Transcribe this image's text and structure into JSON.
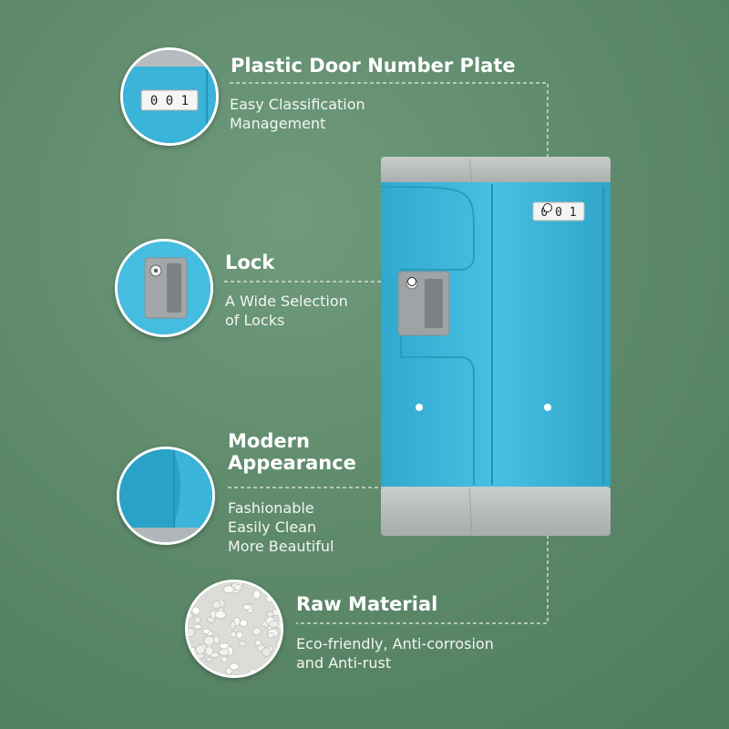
{
  "features": [
    {
      "title": "Plastic Door Number Plate",
      "lines": [
        "Easy Classification",
        "Management"
      ],
      "icon": "number-plate-closeup-icon"
    },
    {
      "title": "Lock",
      "lines": [
        "A Wide Selection",
        "of Locks"
      ],
      "icon": "lock-closeup-icon"
    },
    {
      "title_lines": [
        "Modern",
        "Appearance"
      ],
      "lines": [
        "Fashionable",
        "Easily Clean",
        "More Beautiful"
      ],
      "icon": "door-edge-closeup-icon"
    },
    {
      "title": "Raw Material",
      "lines": [
        "Eco-friendly, Anti-corrosion",
        "and Anti-rust"
      ],
      "icon": "plastic-pellets-icon"
    }
  ],
  "locker": {
    "number_plate": "0 0 1"
  },
  "colors": {
    "background": "#5f8a6c",
    "locker_blue": "#3ab3d6",
    "locker_gray": "#b9bcbe",
    "text": "#ffffff"
  }
}
